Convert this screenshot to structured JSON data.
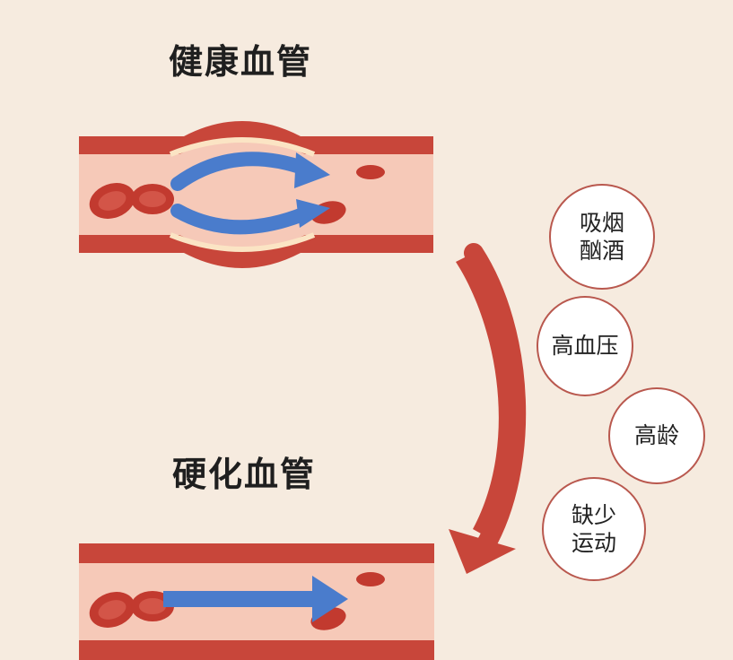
{
  "titles": {
    "healthy": "健康血管",
    "hardened": "硬化血管"
  },
  "risk_factors": [
    {
      "label": "吸烟\n酗酒"
    },
    {
      "label": "高血压"
    },
    {
      "label": "高龄"
    },
    {
      "label": "缺少\n运动"
    }
  ],
  "colors": {
    "background": "#f6ebdf",
    "vessel_wall": "#c8463a",
    "vessel_inner": "#f6c9b8",
    "blood_cell": "#c23a2f",
    "flow_arrow": "#4a7ccc",
    "progress_arrow": "#c8463a"
  },
  "icons": [
    "blood-cell-icon",
    "flow-arrow-icon",
    "progression-arrow-icon"
  ]
}
